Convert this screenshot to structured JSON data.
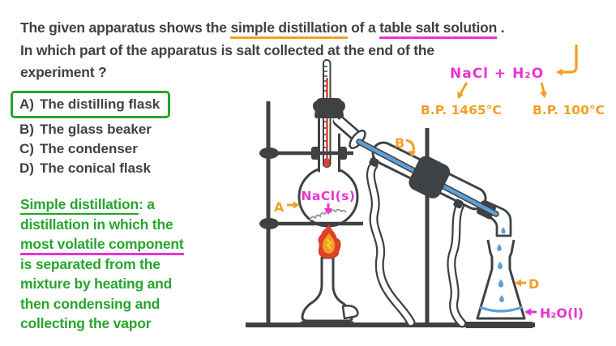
{
  "colors": {
    "ink": "#3f4245",
    "orange": "#f2a024",
    "magenta": "#ea33d3",
    "green": "#27a52d",
    "red": "#dd4128",
    "blue": "#5f9fd6",
    "yellow": "#f7d23e"
  },
  "question": {
    "l1a": "The given apparatus shows the ",
    "l1b": "simple distillation",
    "l1c": " of a ",
    "l1d": "table salt solution",
    "l1e": " .",
    "l2": "In which part of the apparatus is salt collected at the end of the",
    "l3": "experiment ?"
  },
  "options": [
    {
      "label": "A)",
      "text": "The distilling flask",
      "boxed": true
    },
    {
      "label": "B)",
      "text": "The glass beaker",
      "boxed": false
    },
    {
      "label": "C)",
      "text": "The condenser",
      "boxed": false
    },
    {
      "label": "D)",
      "text": "The conical flask",
      "boxed": false
    }
  ],
  "definition": {
    "term": "Simple distillation",
    "l1rest": ": a",
    "l2": "distillation in which the",
    "l3": "most volatile component",
    "l4": "is separated from the",
    "l5": "mixture by heating and",
    "l6": "then condensing and",
    "l7": "collecting the vapor"
  },
  "apparatus": {
    "equation": "NaCl + H₂O",
    "bp_salt": "B.P. 1465°C",
    "bp_water": "B.P. 100°C",
    "flask_label": "A",
    "condenser_label": "B",
    "conical_label": "D",
    "flask_contents": "NaCl(s)",
    "collected_liquid": "H₂O(l)"
  }
}
